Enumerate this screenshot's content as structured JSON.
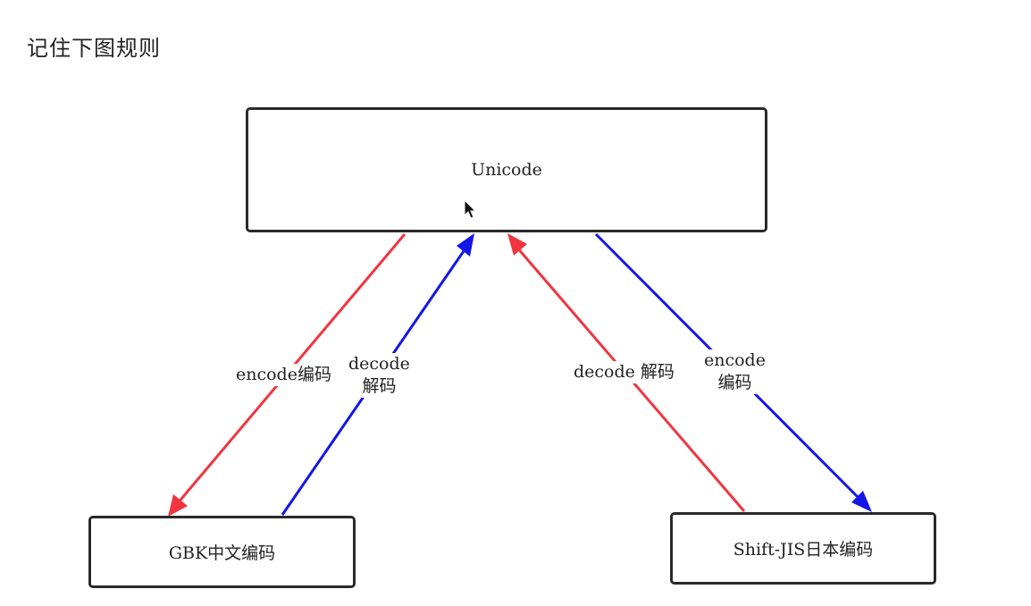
{
  "heading": "记住下图规则",
  "nodes": {
    "unicode": "Unicode",
    "gbk": "GBK中文编码",
    "sjis": "Shift-JIS日本编码"
  },
  "edges": {
    "gbk_encode": {
      "line1": "encode编码",
      "color": "#f0353f"
    },
    "gbk_decode": {
      "line1": "decode",
      "line2": "解码",
      "color": "#1515e6"
    },
    "sjis_decode": {
      "line1": "decode 解码",
      "color": "#f0353f"
    },
    "sjis_encode": {
      "line1": "encode",
      "line2": "编码",
      "color": "#1515e6"
    }
  },
  "colors": {
    "encode_arrow_red": "#f0353f",
    "decode_arrow_blue": "#1515e6",
    "box_border": "#2a2a2a"
  }
}
